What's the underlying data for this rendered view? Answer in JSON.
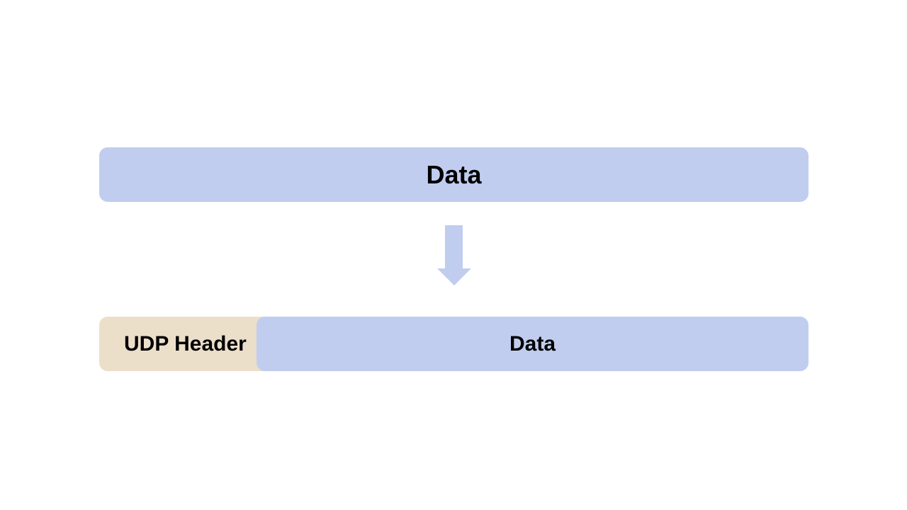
{
  "diagram": {
    "top_block": {
      "label": "Data",
      "color": "#c1cdef"
    },
    "arrow": {
      "icon": "down-arrow-icon",
      "color": "#c1cdef"
    },
    "bottom_row": {
      "header": {
        "label": "UDP Header",
        "color": "#ecdfca"
      },
      "data": {
        "label": "Data",
        "color": "#c1cdef"
      }
    }
  }
}
